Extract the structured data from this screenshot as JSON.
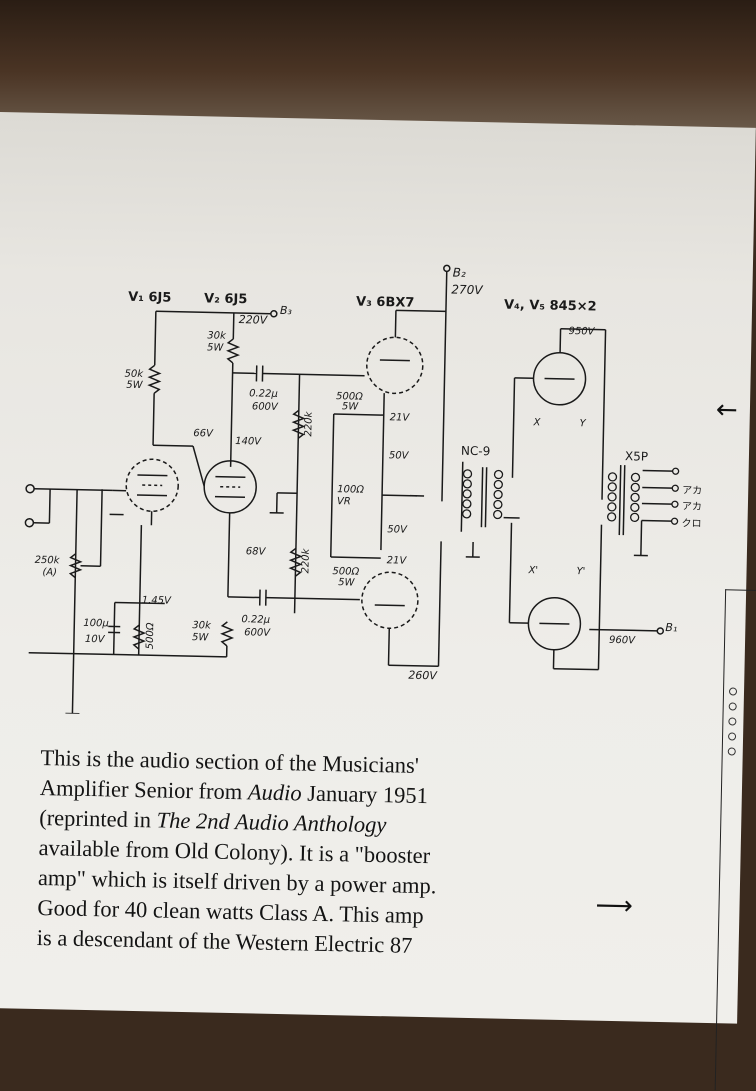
{
  "tubes": {
    "v1": "V₁ 6J5",
    "v2": "V₂ 6J5",
    "v3": "V₃ 6BX7",
    "v45": "V₄, V₅ 845×2"
  },
  "supply": {
    "b2": "B₂",
    "b2_volt": "270V",
    "b3": "B₃",
    "b3_volt": "220V",
    "b1": "B₁",
    "b1_volt": "960V",
    "top_volt": "950V",
    "bottom_volt": "260V"
  },
  "components": {
    "r_50k": "50k",
    "r_50k_w": "5W",
    "r_30k_top": "30k",
    "r_30k_top_w": "5W",
    "c_022_top": "0.22μ",
    "c_022_top_v": "600V",
    "v_66": "66V",
    "v_140": "140V",
    "v_68": "68V",
    "r_220k_top": "220k",
    "r_220k_bot": "220k",
    "r_500_top": "500Ω",
    "r_500_top_w": "5W",
    "v_21_top": "21V",
    "v_50_top": "50V",
    "r_100_vr": "100Ω",
    "vr": "VR",
    "v_50_bot": "50V",
    "v_21_bot": "21V",
    "r_500_bot": "500Ω",
    "r_500_bot_w": "5W",
    "pot_250k": "250k",
    "pot_a": "(A)",
    "v_145": "1.45V",
    "c_100": "100μ",
    "c_100_v": "10V",
    "r_500_cath": "500Ω",
    "r_30k_bot": "30k",
    "r_30k_bot_w": "5W",
    "c_022_bot": "0.22μ",
    "c_022_bot_v": "600V"
  },
  "transformers": {
    "nc9": "NC-9",
    "x5p": "X5P",
    "x": "X",
    "y": "Y",
    "x2": "X'",
    "y2": "Y'",
    "taps": [
      "アカ",
      "アカ",
      "クロ"
    ]
  },
  "caption": {
    "l1": "This is the audio section of the Musicians'",
    "l2a": "Amplifier Senior from ",
    "l2b": "Audio",
    "l2c": " January 1951",
    "l3a": "(reprinted in ",
    "l3b": "The 2nd Audio Anthology",
    "l4": "available from Old Colony). It is a \"booster",
    "l5": "amp\" which is itself driven by a power amp.",
    "l6": "Good for 40 clean watts Class A. This amp",
    "l7": "is a descendant of the Western Electric 87"
  },
  "colors": {
    "ink": "#1a1a1a",
    "paper": "#eeede9",
    "desk": "#3a2a1e"
  }
}
